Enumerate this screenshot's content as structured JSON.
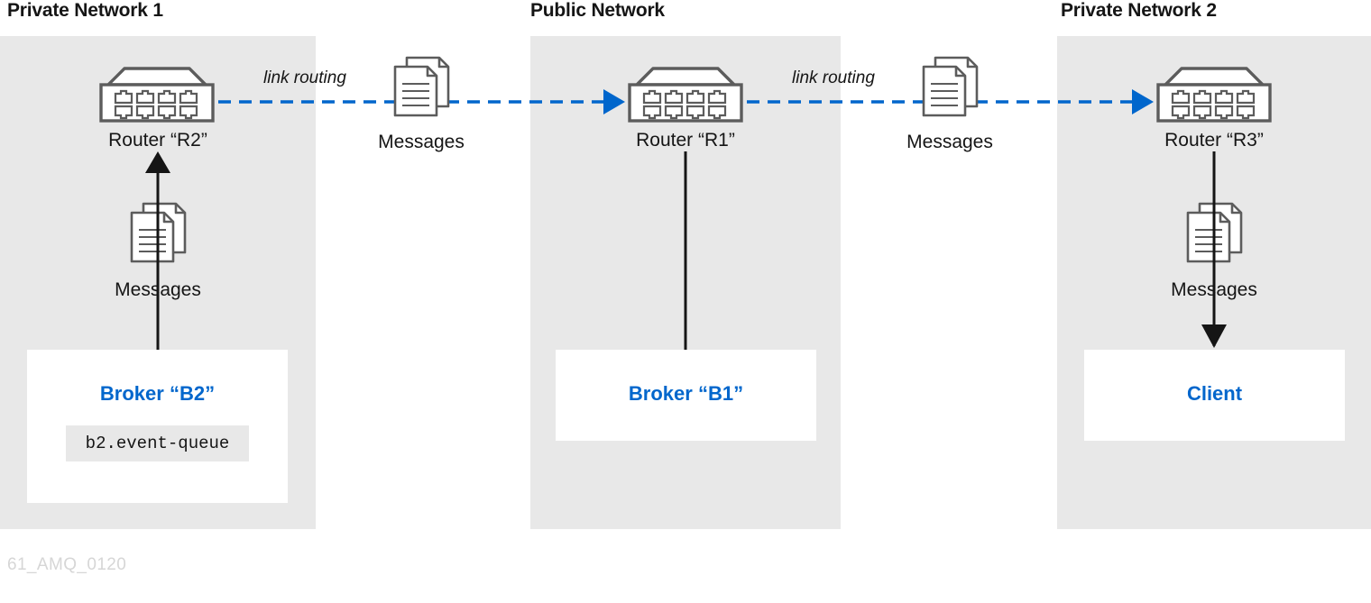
{
  "diagram": {
    "caption": "61_AMQ_0120",
    "colors": {
      "zone_background": "#e8e8e8",
      "box_background": "#ffffff",
      "accent_blue": "#0066cc",
      "line_dark": "#151515",
      "icon_stroke": "#5c5c5c",
      "caption_gray": "#d6d6d6"
    },
    "zones": [
      {
        "id": "private1",
        "title": "Private Network 1"
      },
      {
        "id": "public",
        "title": "Public Network"
      },
      {
        "id": "private2",
        "title": "Private Network 2"
      }
    ],
    "routers": [
      {
        "id": "r2",
        "label": "Router “R2”",
        "icon": "router-icon"
      },
      {
        "id": "r1",
        "label": "Router “R1”",
        "icon": "router-icon"
      },
      {
        "id": "r3",
        "label": "Router “R3”",
        "icon": "router-icon"
      }
    ],
    "message_groups": [
      {
        "id": "link1",
        "label": "Messages",
        "icon": "documents-icon"
      },
      {
        "id": "link2",
        "label": "Messages",
        "icon": "documents-icon"
      },
      {
        "id": "broker2",
        "label": "Messages",
        "icon": "documents-icon"
      },
      {
        "id": "client",
        "label": "Messages",
        "icon": "documents-icon"
      }
    ],
    "link_labels": [
      {
        "id": "link1",
        "text": "link routing"
      },
      {
        "id": "link2",
        "text": "link routing"
      }
    ],
    "boxes": [
      {
        "id": "b2",
        "title": "Broker “B2”",
        "queue": "b2.event-queue"
      },
      {
        "id": "b1",
        "title": "Broker “B1”"
      },
      {
        "id": "client",
        "title": "Client"
      }
    ]
  }
}
